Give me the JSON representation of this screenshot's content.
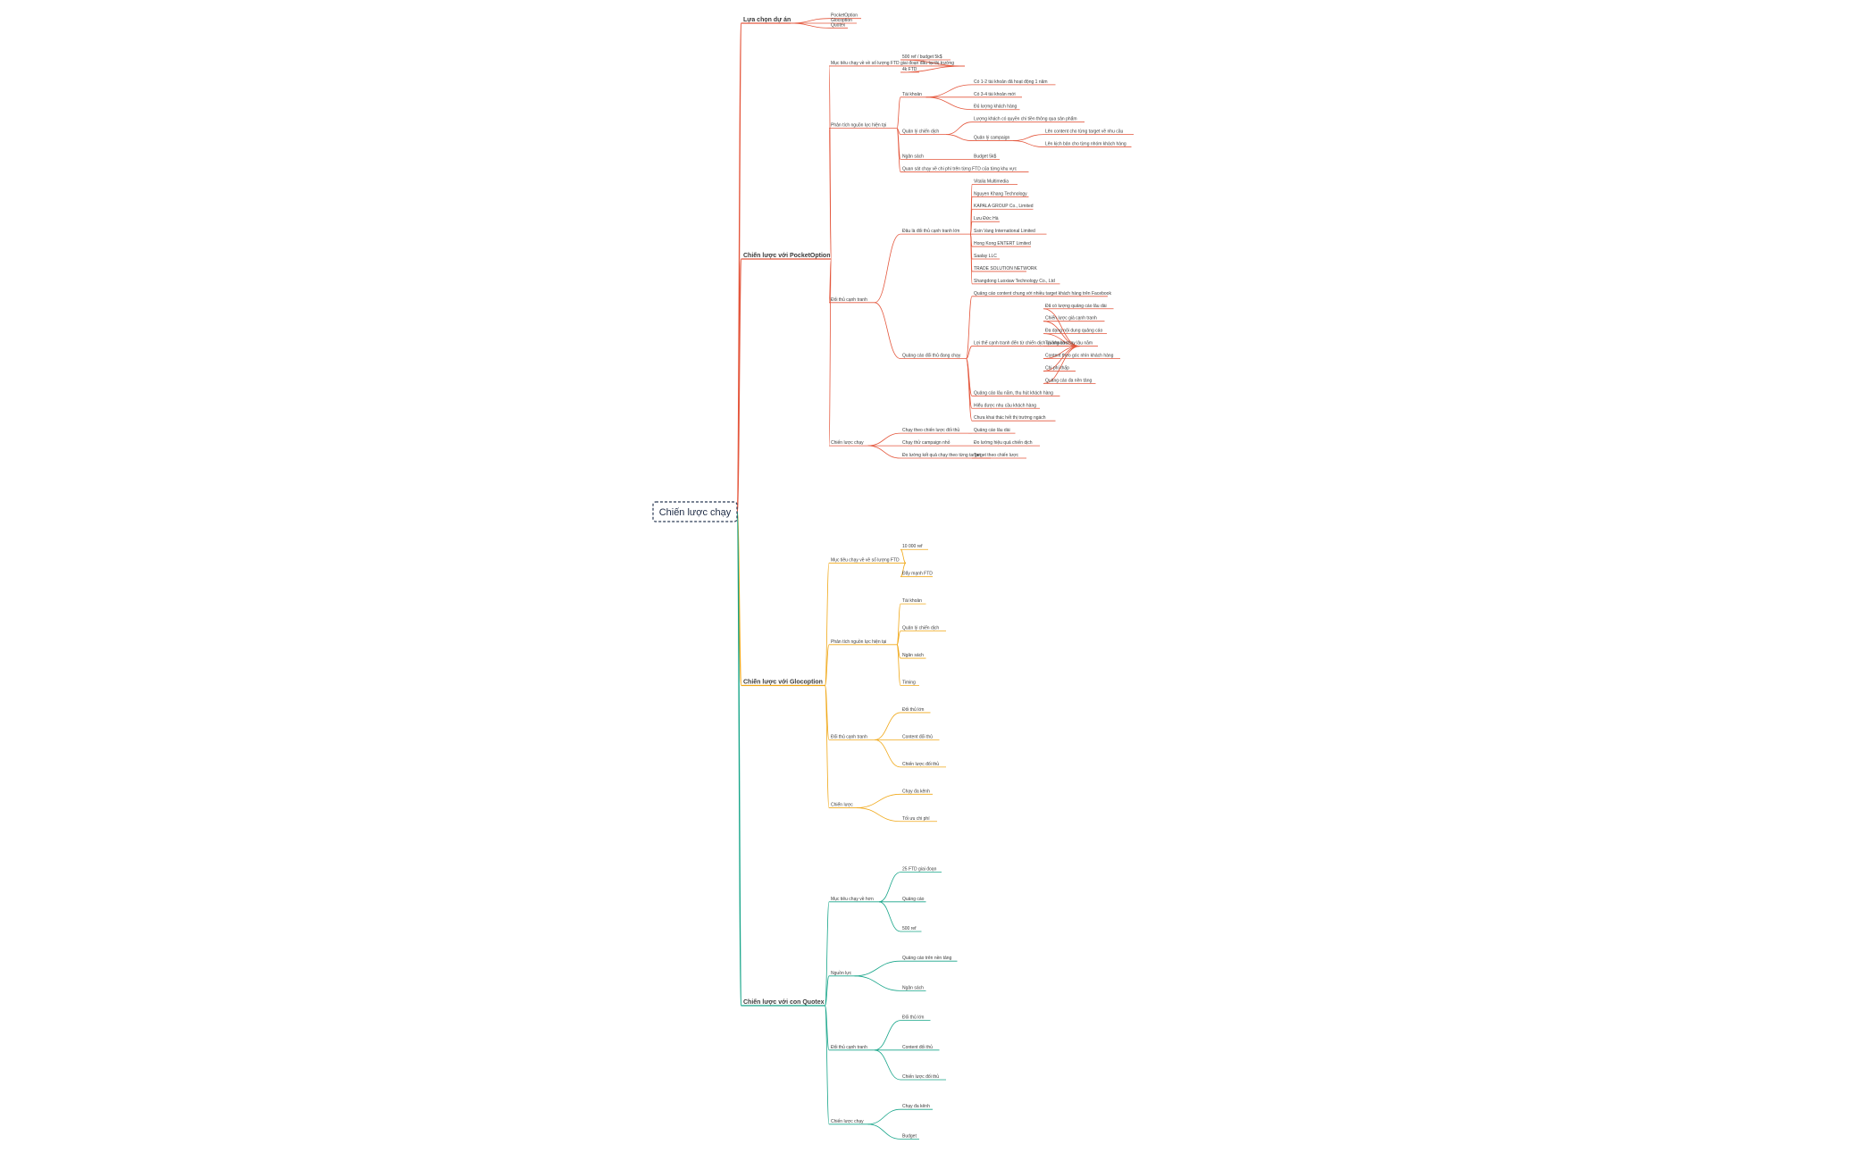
{
  "root": "Chiến lược chạy",
  "branches": [
    {
      "label": "Lựa chọn dự án",
      "color": "#e4573d",
      "children": [
        {
          "label": "PocketOption"
        },
        {
          "label": "Glocoption"
        },
        {
          "label": "Quotex"
        }
      ]
    },
    {
      "label": "Chiến lược với PocketOption",
      "color": "#e4573d",
      "children": [
        {
          "label": "Mục tiêu chạy về về số lượng FTD giai đoạn đầu tại thị trường",
          "children": [
            {
              "label": "500 ref / budget 5k$"
            },
            {
              "label": "4k FTD"
            }
          ]
        },
        {
          "label": "Phân tích nguồn lực hiện tại",
          "children": [
            {
              "label": "Tài khoản",
              "children": [
                {
                  "label": "Có 1-2 tài khoản đã hoạt động 1 năm"
                },
                {
                  "label": "Có 3-4 tài khoản mới"
                },
                {
                  "label": "Đủ lượng khách hàng"
                }
              ]
            },
            {
              "label": "Quản lý chiến dịch",
              "children": [
                {
                  "label": "Lượng khách có quyền chi tiền thông qua sản phẩm"
                },
                {
                  "label": "Quản lý campaign",
                  "children": [
                    {
                      "label": "Lên content cho từng target về nhu cầu"
                    },
                    {
                      "label": "Lên kịch bản cho từng nhóm khách hàng"
                    }
                  ]
                }
              ]
            },
            {
              "label": "Ngân sách",
              "children": [
                {
                  "label": "Budget 5k$"
                }
              ]
            },
            {
              "label": "Quan sát chạy về chi phí trên từng FTD của từng khu vực"
            }
          ]
        },
        {
          "label": "Đối thủ cạnh tranh",
          "children": [
            {
              "label": "Đâu là đối thủ cạnh tranh lớn",
              "children": [
                {
                  "label": "Vitalia Multimedia"
                },
                {
                  "label": "Nguyen Khang Technology"
                },
                {
                  "label": "KAPALA GROUP Co., Limited"
                },
                {
                  "label": "Lưu Đức Hà"
                },
                {
                  "label": "Ssin Vang International Limited"
                },
                {
                  "label": "Hong Kong ENTERT Limited"
                },
                {
                  "label": "Saalay LLC"
                },
                {
                  "label": "TRADE SOLUTION NETWORK"
                },
                {
                  "label": "Shangdong Luoxiaw Technology Co., Ltd"
                }
              ]
            },
            {
              "label": "Quảng cáo đối thủ đang chạy",
              "children": [
                {
                  "label": "Quảng cáo content chung với nhiều target khách hàng trên Facebook"
                },
                {
                  "label": "Lợi thế cạnh tranh đến từ chiến dịch quảng cáo",
                  "children": [
                    {
                      "label": "Đã có lượng quảng cáo lâu dài"
                    },
                    {
                      "label": "Chiến lược giá cạnh tranh"
                    },
                    {
                      "label": "Đa dạng nội dung quảng cáo"
                    },
                    {
                      "label": "Tài khoản chạy lâu năm"
                    },
                    {
                      "label": "Content theo góc nhìn khách hàng"
                    },
                    {
                      "label": "Chi phí thấp"
                    },
                    {
                      "label": "Quảng cáo đa nền tảng"
                    }
                  ]
                },
                {
                  "label": "Quảng cáo lâu năm, thu hút khách hàng"
                },
                {
                  "label": "Hiểu được nhu cầu khách hàng"
                },
                {
                  "label": "Chưa khai thác hết thị trường ngách"
                }
              ]
            }
          ]
        },
        {
          "label": "Chiến lược chạy",
          "children": [
            {
              "label": "Chạy theo chiến lược đối thủ",
              "children": [
                {
                  "label": "Quảng cáo lâu dài"
                }
              ]
            },
            {
              "label": "Chạy thử campaign nhỏ",
              "children": [
                {
                  "label": "Đo lường hiệu quả chiến dịch"
                }
              ]
            },
            {
              "label": "Đo lường kết quả chạy theo từng target",
              "children": [
                {
                  "label": "Target theo chiến lược"
                }
              ]
            }
          ]
        }
      ]
    },
    {
      "label": "Chiến lược với Glocoption",
      "color": "#f0a818",
      "children": [
        {
          "label": "Mục tiêu chạy về về số lượng FTD",
          "children": [
            {
              "label": "10 000 ref"
            },
            {
              "label": "Đẩy mạnh FTD"
            }
          ]
        },
        {
          "label": "Phân tích nguồn lực hiện tại",
          "children": [
            {
              "label": "Tài khoản"
            },
            {
              "label": "Quản lý chiến dịch"
            },
            {
              "label": "Ngân sách"
            },
            {
              "label": "Timing"
            }
          ]
        },
        {
          "label": "Đối thủ cạnh tranh",
          "children": [
            {
              "label": "Đối thủ lớn"
            },
            {
              "label": "Content đối thủ"
            },
            {
              "label": "Chiến lược đối thủ"
            }
          ]
        },
        {
          "label": "Chiến lược",
          "children": [
            {
              "label": "Chạy đa kênh"
            },
            {
              "label": "Tối ưu chi phí"
            }
          ]
        }
      ]
    },
    {
      "label": "Chiến lược với con Quotex",
      "color": "#17a589",
      "children": [
        {
          "label": "Mục tiêu chạy về hơn",
          "children": [
            {
              "label": "25 FTD giai đoạn"
            },
            {
              "label": "Quảng cáo"
            },
            {
              "label": "500 ref"
            }
          ]
        },
        {
          "label": "Nguồn lực",
          "children": [
            {
              "label": "Quảng cáo trên nền tảng"
            },
            {
              "label": "Ngân sách"
            }
          ]
        },
        {
          "label": "Đối thủ cạnh tranh",
          "children": [
            {
              "label": "Đối thủ lớn"
            },
            {
              "label": "Content đối thủ"
            },
            {
              "label": "Chiến lược đối thủ"
            }
          ]
        },
        {
          "label": "Chiến lược chạy",
          "children": [
            {
              "label": "Chạy đa kênh"
            },
            {
              "label": "Budget"
            }
          ]
        }
      ]
    }
  ]
}
